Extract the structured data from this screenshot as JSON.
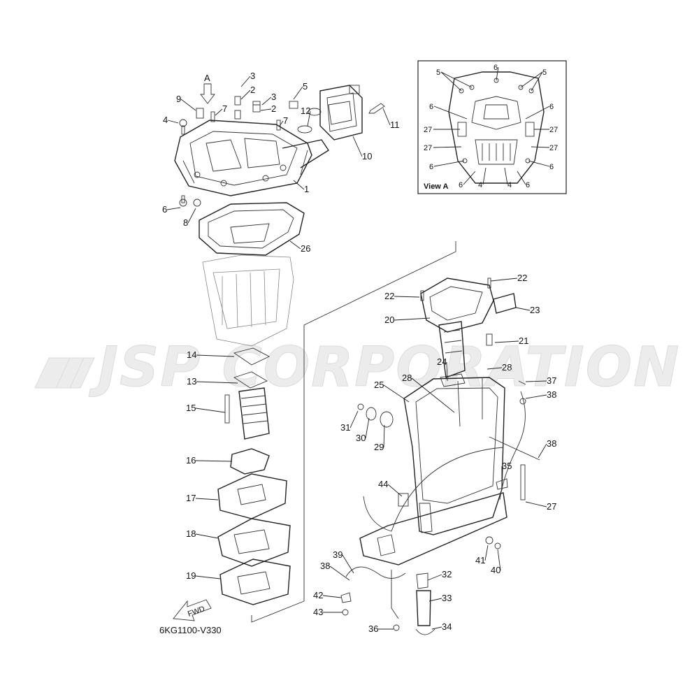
{
  "watermark": {
    "text": "JSP CORPORATION"
  },
  "diagram_code": "6KG1100-V330",
  "view_a": {
    "label": "View A"
  },
  "view_arrow_label": "A",
  "fwd_label": "FWD",
  "callouts": [
    {
      "id": "c3a",
      "text": "3"
    },
    {
      "id": "c2a",
      "text": "2"
    },
    {
      "id": "c3b",
      "text": "3"
    },
    {
      "id": "c2b",
      "text": "2"
    },
    {
      "id": "c5",
      "text": "5"
    },
    {
      "id": "c9",
      "text": "9"
    },
    {
      "id": "c7a",
      "text": "7"
    },
    {
      "id": "c7b",
      "text": "7"
    },
    {
      "id": "c12",
      "text": "12"
    },
    {
      "id": "c11",
      "text": "11"
    },
    {
      "id": "c4",
      "text": "4"
    },
    {
      "id": "c10",
      "text": "10"
    },
    {
      "id": "c1",
      "text": "1"
    },
    {
      "id": "c6",
      "text": "6"
    },
    {
      "id": "c8",
      "text": "8"
    },
    {
      "id": "c26",
      "text": "26"
    },
    {
      "id": "c14",
      "text": "14"
    },
    {
      "id": "c13",
      "text": "13"
    },
    {
      "id": "c15",
      "text": "15"
    },
    {
      "id": "c16",
      "text": "16"
    },
    {
      "id": "c17",
      "text": "17"
    },
    {
      "id": "c18",
      "text": "18"
    },
    {
      "id": "c19",
      "text": "19"
    },
    {
      "id": "c22a",
      "text": "22"
    },
    {
      "id": "c22b",
      "text": "22"
    },
    {
      "id": "c23",
      "text": "23"
    },
    {
      "id": "c20",
      "text": "20"
    },
    {
      "id": "c21",
      "text": "21"
    },
    {
      "id": "c24",
      "text": "24"
    },
    {
      "id": "c28a",
      "text": "28"
    },
    {
      "id": "c28b",
      "text": "28"
    },
    {
      "id": "c37",
      "text": "37"
    },
    {
      "id": "c38a",
      "text": "38"
    },
    {
      "id": "c25",
      "text": "25"
    },
    {
      "id": "c31",
      "text": "31"
    },
    {
      "id": "c30",
      "text": "30"
    },
    {
      "id": "c29",
      "text": "29"
    },
    {
      "id": "c38b",
      "text": "38"
    },
    {
      "id": "c35",
      "text": "35"
    },
    {
      "id": "c44",
      "text": "44"
    },
    {
      "id": "c27",
      "text": "27"
    },
    {
      "id": "c41",
      "text": "41"
    },
    {
      "id": "c40",
      "text": "40"
    },
    {
      "id": "c39",
      "text": "39"
    },
    {
      "id": "c38c",
      "text": "38"
    },
    {
      "id": "c32",
      "text": "32"
    },
    {
      "id": "c42",
      "text": "42"
    },
    {
      "id": "c33",
      "text": "33"
    },
    {
      "id": "c43",
      "text": "43"
    },
    {
      "id": "c36",
      "text": "36"
    },
    {
      "id": "c34",
      "text": "34"
    }
  ],
  "view_a_callouts": [
    {
      "id": "v5a",
      "text": "5"
    },
    {
      "id": "v6a",
      "text": "6"
    },
    {
      "id": "v5b",
      "text": "5"
    },
    {
      "id": "v6b",
      "text": "6"
    },
    {
      "id": "v6c",
      "text": "6"
    },
    {
      "id": "v27a",
      "text": "27"
    },
    {
      "id": "v27b",
      "text": "27"
    },
    {
      "id": "v27c",
      "text": "27"
    },
    {
      "id": "v27d",
      "text": "27"
    },
    {
      "id": "v6d",
      "text": "6"
    },
    {
      "id": "v6e",
      "text": "6"
    },
    {
      "id": "v6f",
      "text": "6"
    },
    {
      "id": "v4a",
      "text": "4"
    },
    {
      "id": "v4b",
      "text": "4"
    },
    {
      "id": "v6g",
      "text": "6"
    }
  ]
}
